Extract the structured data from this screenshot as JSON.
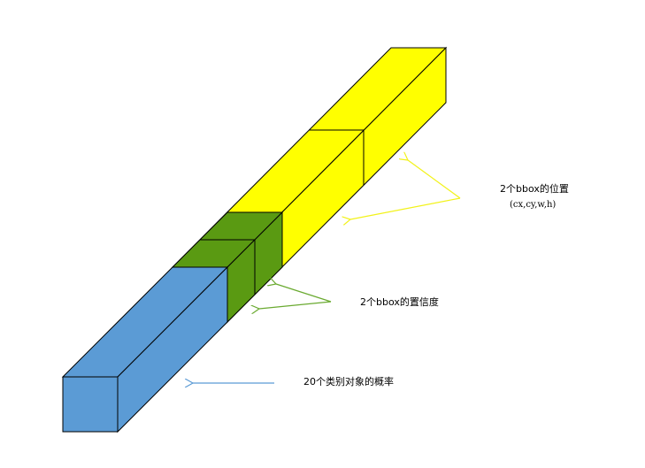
{
  "annotations": {
    "bbox_position": "2个bbox的位置",
    "bbox_position_fields": "(cx,cy,w,h)",
    "bbox_confidence": "2个bbox的置信度",
    "class_probability": "20个类别对象的概率"
  },
  "colors": {
    "yellow_segment": "#ffff00",
    "green_segment": "#5a9a12",
    "blue_segment": "#5b9bd5",
    "yellow_arrow": "#ffff33",
    "green_arrow": "#6aaa30",
    "blue_arrow": "#5b9bd5",
    "outline": "#000000"
  }
}
